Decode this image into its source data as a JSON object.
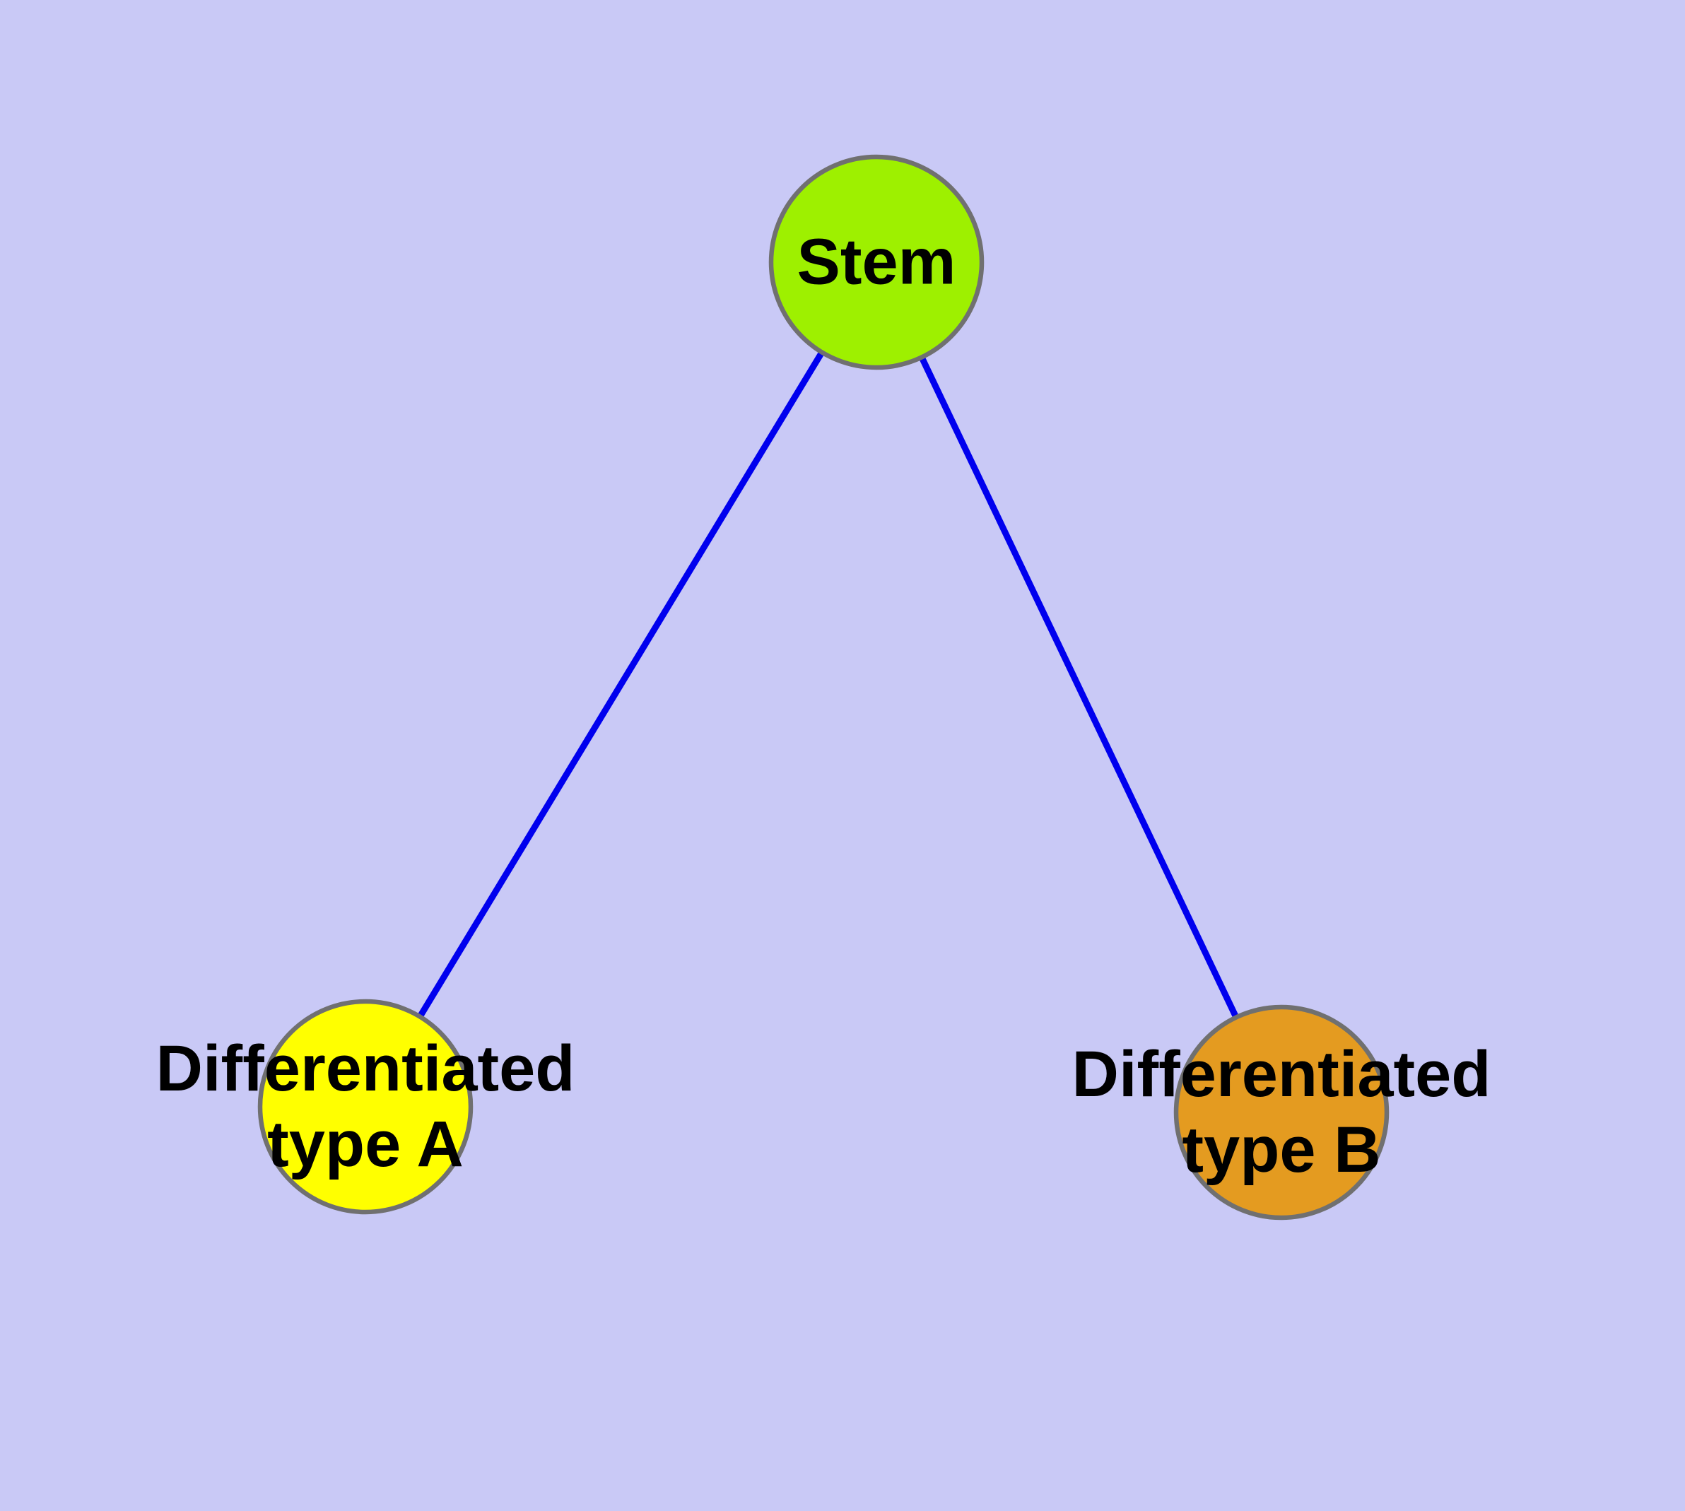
{
  "diagram": {
    "type": "graph",
    "background_color": "#C9C9F6",
    "edge_color": "#0000EE",
    "node_border_color": "#707070",
    "text_color": "#000000",
    "nodes": [
      {
        "id": "stem",
        "label": "Stem",
        "fill": "#9EF000"
      },
      {
        "id": "differentiated-type-a",
        "label": "Differentiated type A",
        "label_line1": "Differentiated",
        "label_line2": "type A",
        "fill": "#FFFF00"
      },
      {
        "id": "differentiated-type-b",
        "label": "Differentiated type B",
        "label_line1": "Differentiated",
        "label_line2": "type B",
        "fill": "#E49B20"
      }
    ],
    "edges": [
      {
        "from": "Stem",
        "to": "Differentiated type A"
      },
      {
        "from": "Stem",
        "to": "Differentiated type B"
      }
    ]
  }
}
